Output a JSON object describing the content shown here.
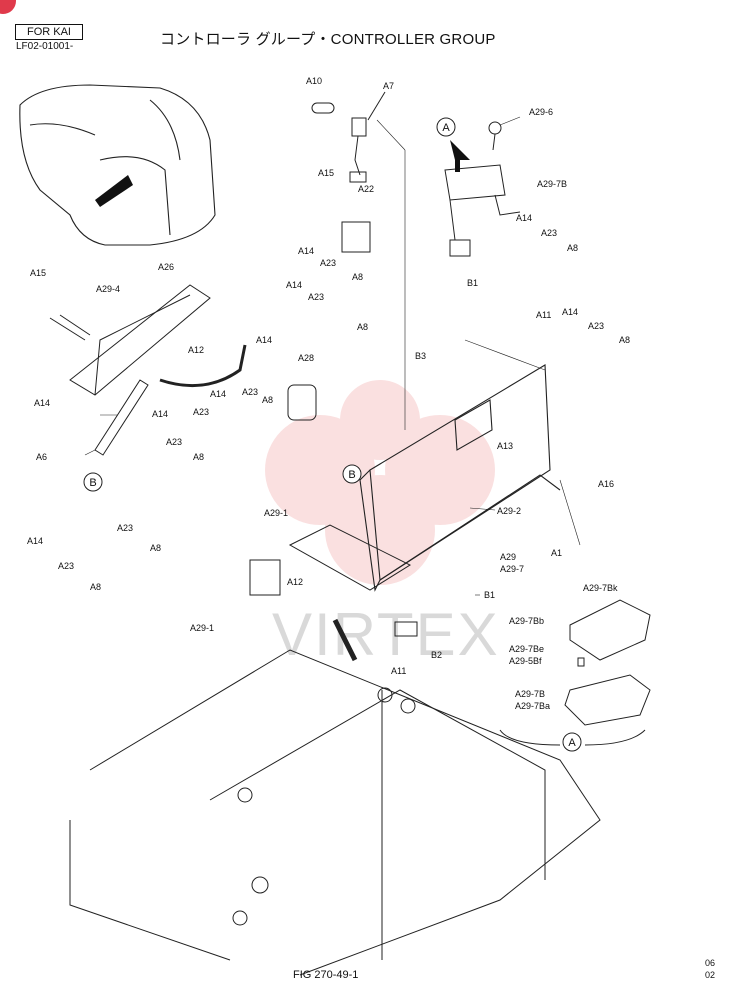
{
  "header": {
    "model_tag": "FOR KAI",
    "part_code": "LF02-01001-",
    "title": "コントローラ グループ・CONTROLLER GROUP"
  },
  "figure_label": "FIG 270-49-1",
  "page_marks": [
    "06",
    "02"
  ],
  "watermark": "VIRTEX",
  "callouts": {
    "view_a": "A",
    "view_b": "B"
  },
  "parts": [
    {
      "id": "a10",
      "text": "A10"
    },
    {
      "id": "a7",
      "text": "A7"
    },
    {
      "id": "a29_6",
      "text": "A29-6"
    },
    {
      "id": "a15_top",
      "text": "A15"
    },
    {
      "id": "a22",
      "text": "A22"
    },
    {
      "id": "a29_7b",
      "text": "A29-7B"
    },
    {
      "id": "a14_r1",
      "text": "A14"
    },
    {
      "id": "a23_r1",
      "text": "A23"
    },
    {
      "id": "a8_r1",
      "text": "A8"
    },
    {
      "id": "a14_c1",
      "text": "A14"
    },
    {
      "id": "a23_c1",
      "text": "A23"
    },
    {
      "id": "a8_c1",
      "text": "A8"
    },
    {
      "id": "a14_c2",
      "text": "A14"
    },
    {
      "id": "a23_c2",
      "text": "A23"
    },
    {
      "id": "a8_c2",
      "text": "A8"
    },
    {
      "id": "b1_top",
      "text": "B1"
    },
    {
      "id": "a11_r",
      "text": "A11"
    },
    {
      "id": "a14_r2",
      "text": "A14"
    },
    {
      "id": "a23_r2",
      "text": "A23"
    },
    {
      "id": "a8_r2",
      "text": "A8"
    },
    {
      "id": "b3",
      "text": "B3"
    },
    {
      "id": "a15_l",
      "text": "A15"
    },
    {
      "id": "a26",
      "text": "A26"
    },
    {
      "id": "a29_4",
      "text": "A29-4"
    },
    {
      "id": "a12_top",
      "text": "A12"
    },
    {
      "id": "a14_m",
      "text": "A14"
    },
    {
      "id": "a28",
      "text": "A28"
    },
    {
      "id": "a23_m",
      "text": "A23"
    },
    {
      "id": "a14_m2",
      "text": "A14"
    },
    {
      "id": "a8_m",
      "text": "A8"
    },
    {
      "id": "a14_l",
      "text": "A14"
    },
    {
      "id": "a14_l2",
      "text": "A14"
    },
    {
      "id": "a23_l2",
      "text": "A23"
    },
    {
      "id": "a23_l3",
      "text": "A23"
    },
    {
      "id": "a8_l3",
      "text": "A8"
    },
    {
      "id": "a13",
      "text": "A13"
    },
    {
      "id": "a6",
      "text": "A6"
    },
    {
      "id": "a16",
      "text": "A16"
    },
    {
      "id": "a29_1_top",
      "text": "A29-1"
    },
    {
      "id": "a29_2",
      "text": "A29-2"
    },
    {
      "id": "a23_l4",
      "text": "A23"
    },
    {
      "id": "a8_l4",
      "text": "A8"
    },
    {
      "id": "a1",
      "text": "A1"
    },
    {
      "id": "a14_ll",
      "text": "A14"
    },
    {
      "id": "a29",
      "text": "A29"
    },
    {
      "id": "a29_7",
      "text": "A29-7"
    },
    {
      "id": "a23_ll",
      "text": "A23"
    },
    {
      "id": "a12_low",
      "text": "A12"
    },
    {
      "id": "a8_ll",
      "text": "A8"
    },
    {
      "id": "b1_low",
      "text": "B1"
    },
    {
      "id": "a29_1_low",
      "text": "A29-1"
    },
    {
      "id": "a29_7bk",
      "text": "A29-7Bk"
    },
    {
      "id": "a29_7bb",
      "text": "A29-7Bb"
    },
    {
      "id": "b2",
      "text": "B2"
    },
    {
      "id": "a29_7be",
      "text": "A29-7Be"
    },
    {
      "id": "a29_5bf",
      "text": "A29-5Bf"
    },
    {
      "id": "a11_low",
      "text": "A11"
    },
    {
      "id": "a29_7b_d",
      "text": "A29-7B"
    },
    {
      "id": "a29_7ba",
      "text": "A29-7Ba"
    }
  ]
}
